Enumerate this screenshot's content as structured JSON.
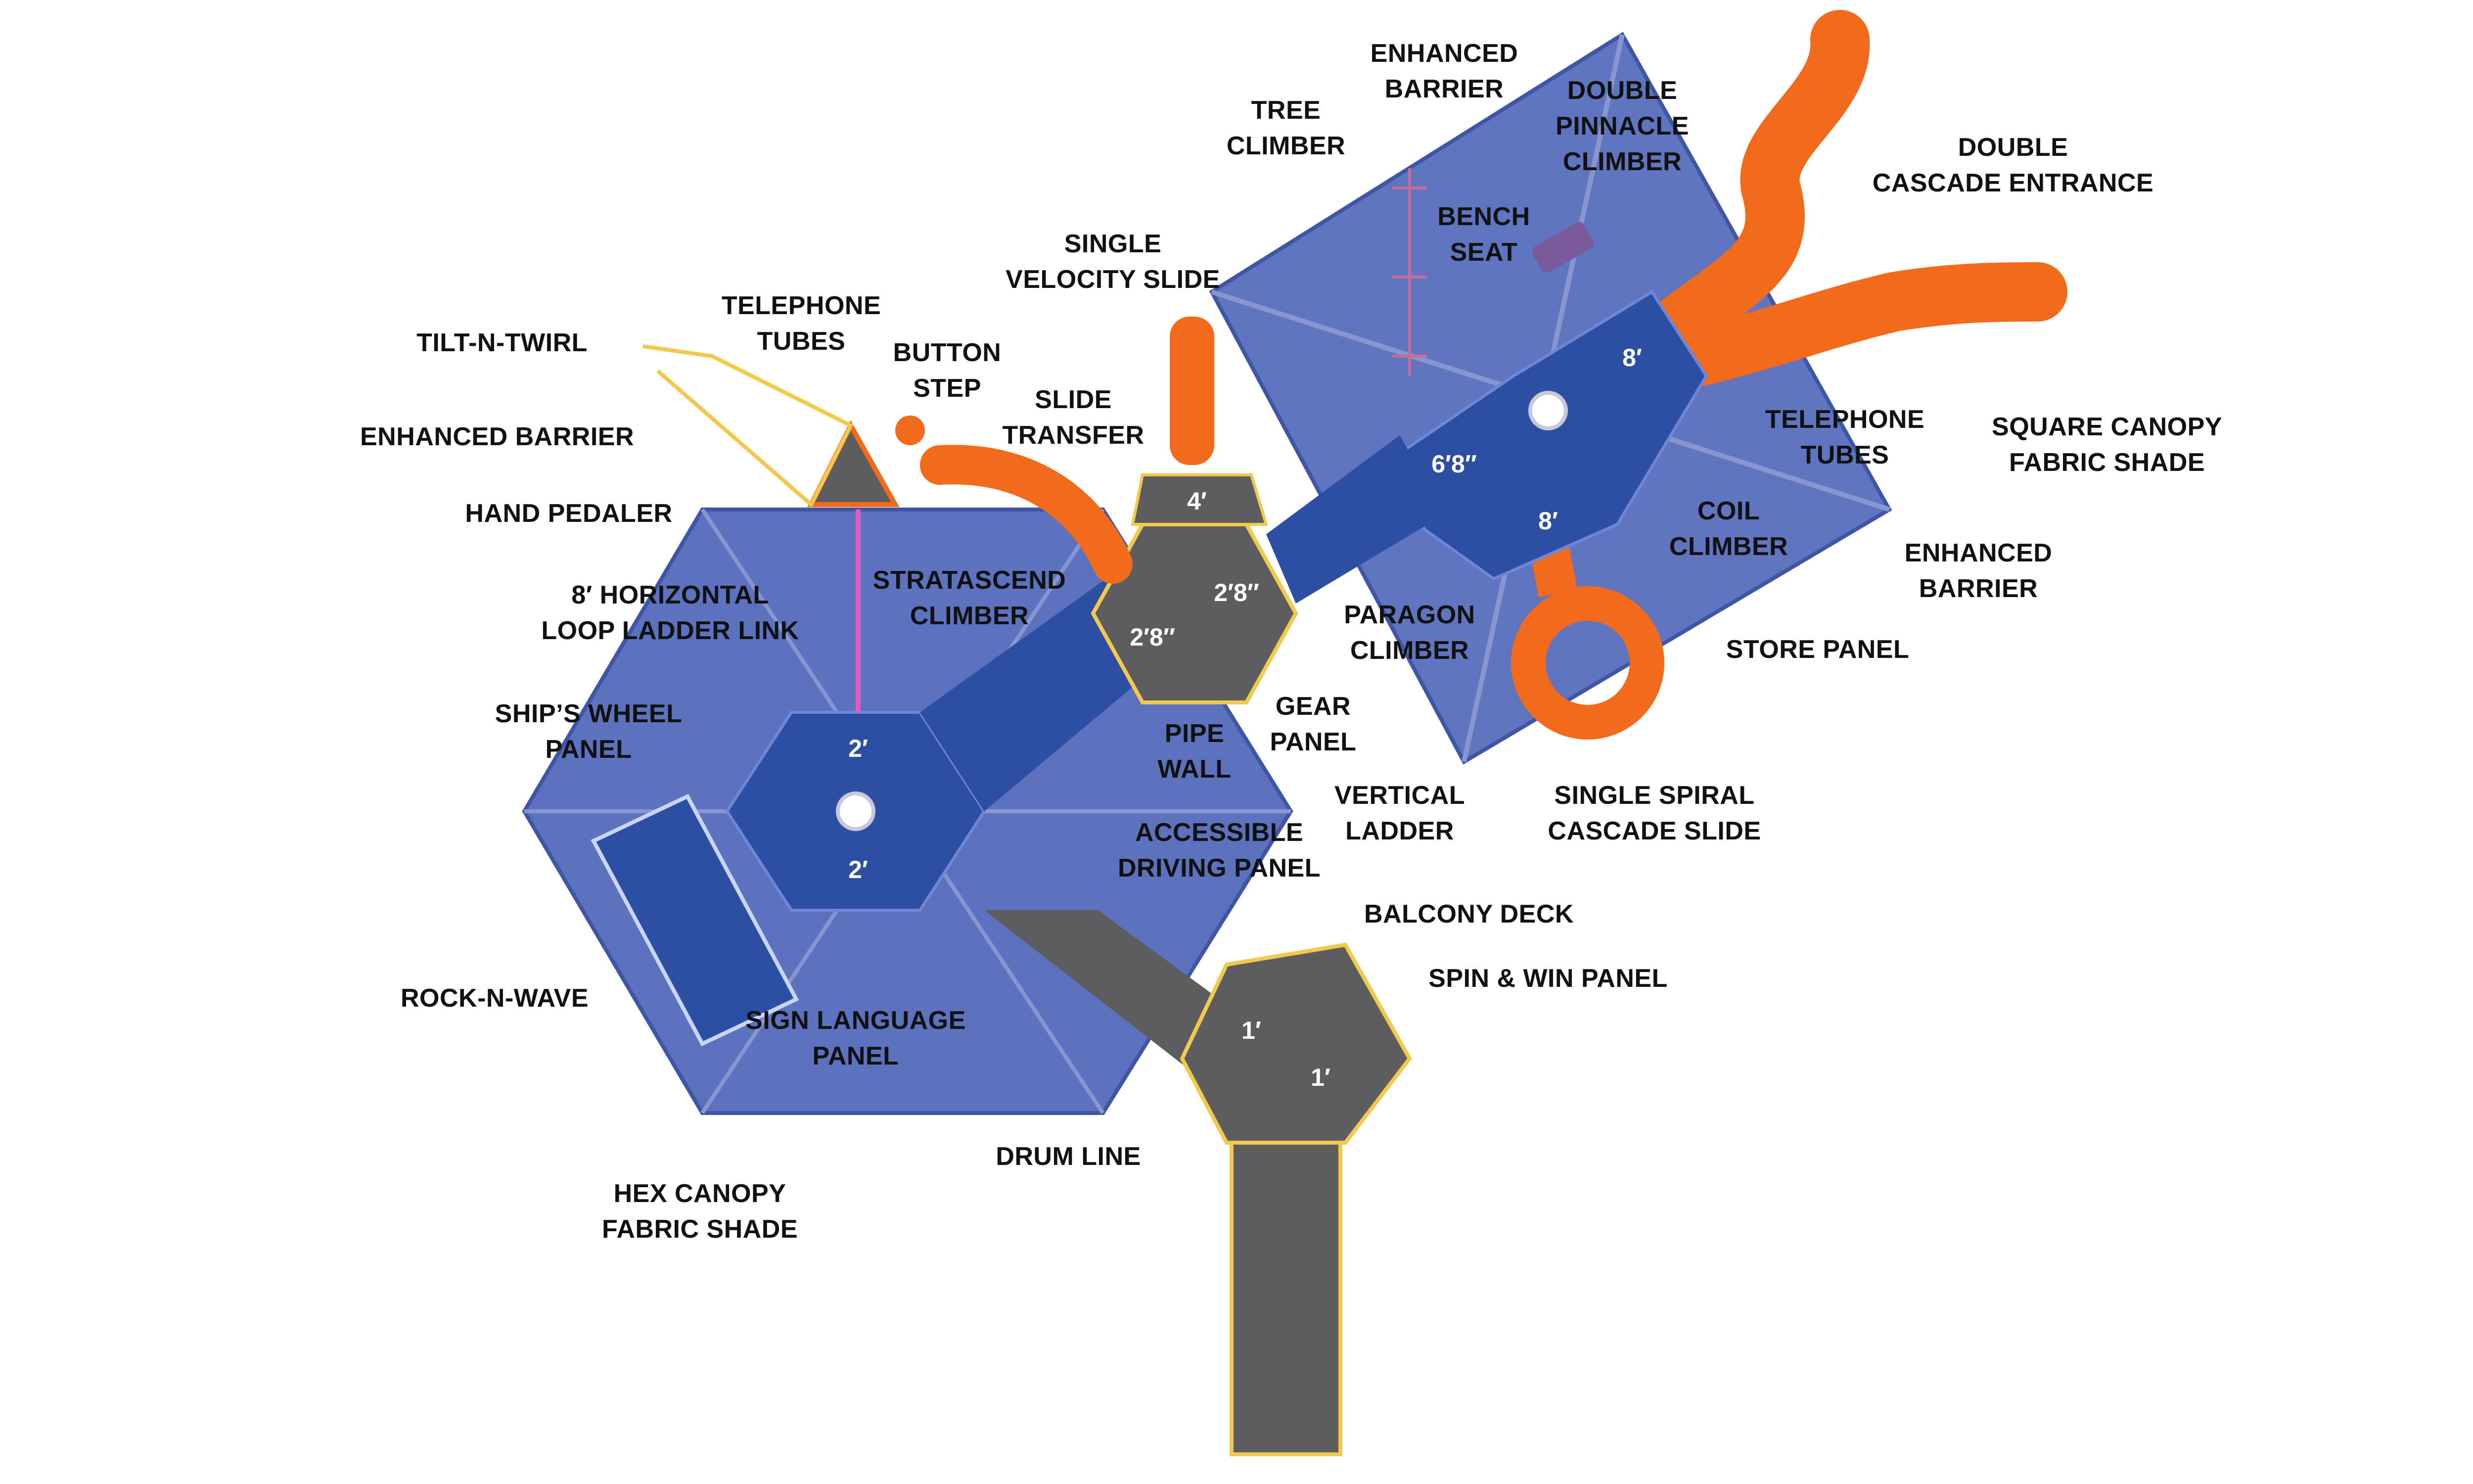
{
  "colors": {
    "canopy": "#4f66b8",
    "canopy_edge": "#3f56a6",
    "deck_blue": "#2d4fa3",
    "deck_gray": "#5d5d5f",
    "slide_orange": "#f26a1b",
    "barrier_yellow": "#f2c94c",
    "accent_pink": "#e05cc0",
    "label": "#111111"
  },
  "labels": {
    "tilt_n_twirl": [
      "TILT-N-TWIRL"
    ],
    "telephone_tubes_left": [
      "TELEPHONE",
      "TUBES"
    ],
    "button_step": [
      "BUTTON",
      "STEP"
    ],
    "enhanced_barrier_left": [
      "ENHANCED BARRIER"
    ],
    "slide_transfer": [
      "SLIDE",
      "TRANSFER"
    ],
    "single_velocity_slide": [
      "SINGLE",
      "VELOCITY SLIDE"
    ],
    "tree_climber": [
      "TREE",
      "CLIMBER"
    ],
    "enhanced_barrier_top": [
      "ENHANCED",
      "BARRIER"
    ],
    "double_pinnacle_climber": [
      "DOUBLE",
      "PINNACLE",
      "CLIMBER"
    ],
    "double_cascade_entrance": [
      "DOUBLE",
      "CASCADE ENTRANCE"
    ],
    "bench_seat": [
      "BENCH",
      "SEAT"
    ],
    "hand_pedaler": [
      "HAND PEDALER"
    ],
    "horizontal_loop_ladder": [
      "8′ HORIZONTAL",
      "LOOP LADDER LINK"
    ],
    "stratascend_climber": [
      "STRATASCEND",
      "CLIMBER"
    ],
    "telephone_tubes_right": [
      "TELEPHONE",
      "TUBES"
    ],
    "square_canopy": [
      "SQUARE CANOPY",
      "FABRIC SHADE"
    ],
    "coil_climber": [
      "COIL",
      "CLIMBER"
    ],
    "enhanced_barrier_right": [
      "ENHANCED",
      "BARRIER"
    ],
    "paragon_climber": [
      "PARAGON",
      "CLIMBER"
    ],
    "store_panel": [
      "STORE PANEL"
    ],
    "ships_wheel_panel": [
      "SHIP’S WHEEL",
      "PANEL"
    ],
    "gear_panel": [
      "GEAR",
      "PANEL"
    ],
    "pipe_wall": [
      "PIPE",
      "WALL"
    ],
    "vertical_ladder": [
      "VERTICAL",
      "LADDER"
    ],
    "single_spiral_cascade_slide": [
      "SINGLE SPIRAL",
      "CASCADE SLIDE"
    ],
    "accessible_driving_panel": [
      "ACCESSIBLE",
      "DRIVING PANEL"
    ],
    "balcony_deck": [
      "BALCONY DECK"
    ],
    "spin_win_panel": [
      "SPIN & WIN PANEL"
    ],
    "rock_n_wave": [
      "ROCK-N-WAVE"
    ],
    "sign_language_panel": [
      "SIGN LANGUAGE",
      "PANEL"
    ],
    "drum_line": [
      "DRUM LINE"
    ],
    "hex_canopy": [
      "HEX CANOPY",
      "FABRIC SHADE"
    ]
  },
  "deck_heights": {
    "hex_top": "2′",
    "hex_bottom": "2′",
    "center_top": "4′",
    "center_right": "2′8″",
    "center_left": "2′8″",
    "square_top": "8′",
    "square_left": "6′8″",
    "square_right": "8′",
    "bottom_left": "1′",
    "bottom_right": "1′"
  }
}
